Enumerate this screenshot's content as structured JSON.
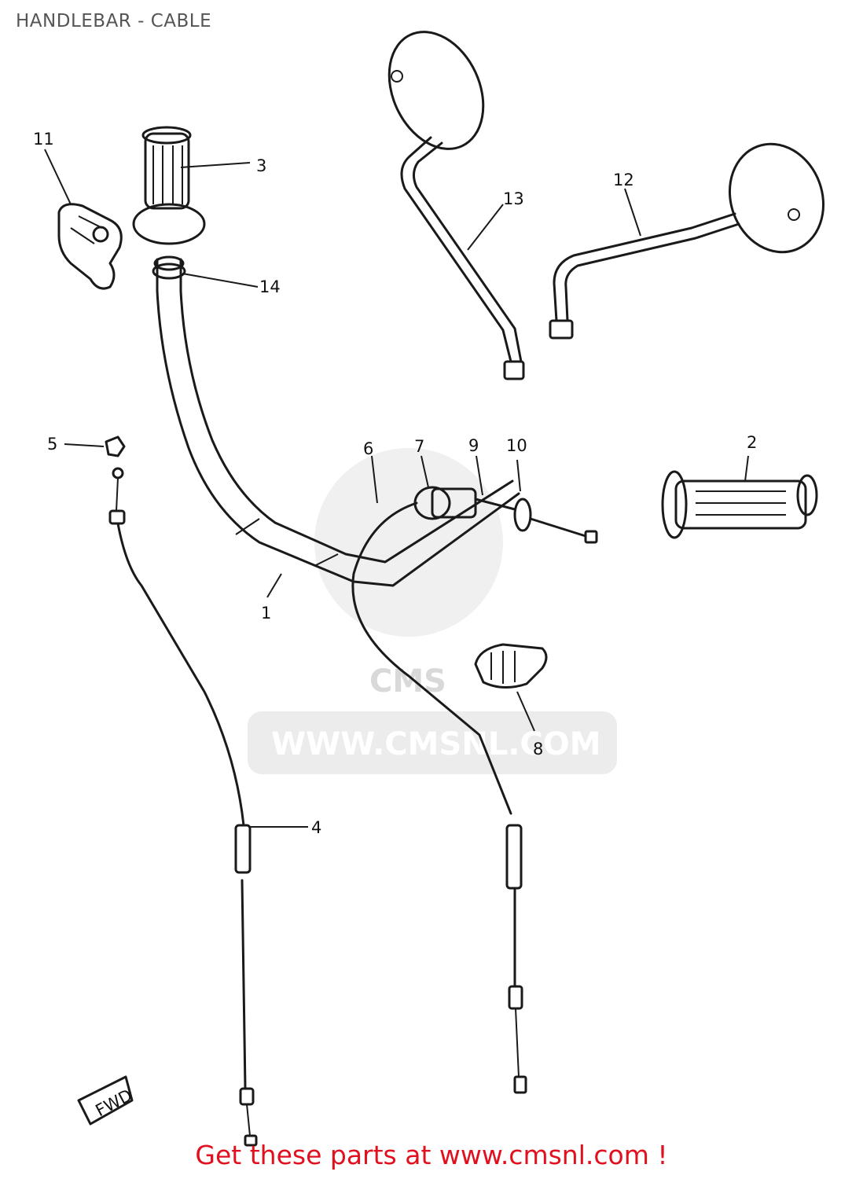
{
  "header": {
    "title": "HANDLEBAR - CABLE"
  },
  "diagram": {
    "callouts": [
      {
        "id": "c1",
        "label": "1"
      },
      {
        "id": "c2",
        "label": "2"
      },
      {
        "id": "c3",
        "label": "3"
      },
      {
        "id": "c4",
        "label": "4"
      },
      {
        "id": "c5",
        "label": "5"
      },
      {
        "id": "c6",
        "label": "6"
      },
      {
        "id": "c7",
        "label": "7"
      },
      {
        "id": "c8",
        "label": "8"
      },
      {
        "id": "c9",
        "label": "9"
      },
      {
        "id": "c10",
        "label": "10"
      },
      {
        "id": "c11",
        "label": "11"
      },
      {
        "id": "c12",
        "label": "12"
      },
      {
        "id": "c13",
        "label": "13"
      },
      {
        "id": "c14",
        "label": "14"
      }
    ],
    "direction_tag": "FWD",
    "watermark_text": "WWW.CMSNL.COM",
    "watermark_logo": "CMS"
  },
  "footer": {
    "promo": "Get these parts at www.cmsnl.com !"
  },
  "colors": {
    "title": "#555555",
    "promo": "#e0101e",
    "line": "#1a1a1a",
    "watermark": "#d9d9d9"
  }
}
